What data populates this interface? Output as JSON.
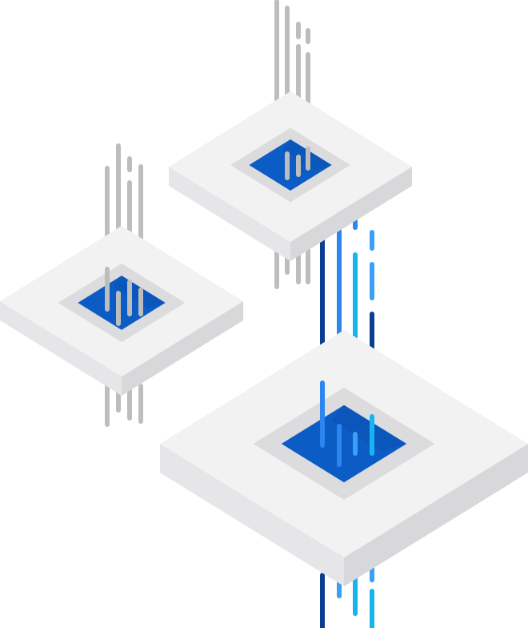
{
  "illustration": {
    "colors": {
      "background": "#ffffff",
      "platform_top": "#f2f2f3",
      "platform_side_left": "#e6e6e8",
      "platform_side_right": "#d8d8da",
      "well_shadow": "#dcdcdf",
      "well": "#0b5cc4",
      "well_dark": "#0a4aa8",
      "gray_bar": "#bdbdbd",
      "gray_bar_light": "#d0d0d0",
      "blue_mid": "#2d86f0",
      "blue_dark": "#0c3f91",
      "blue_cyan": "#16b5f0",
      "blue_light": "#3aa0f7"
    },
    "platforms": [
      {
        "name": "platform-top",
        "bar_style": "gray"
      },
      {
        "name": "platform-left",
        "bar_style": "gray"
      },
      {
        "name": "platform-main",
        "bar_style": "blue"
      }
    ]
  }
}
